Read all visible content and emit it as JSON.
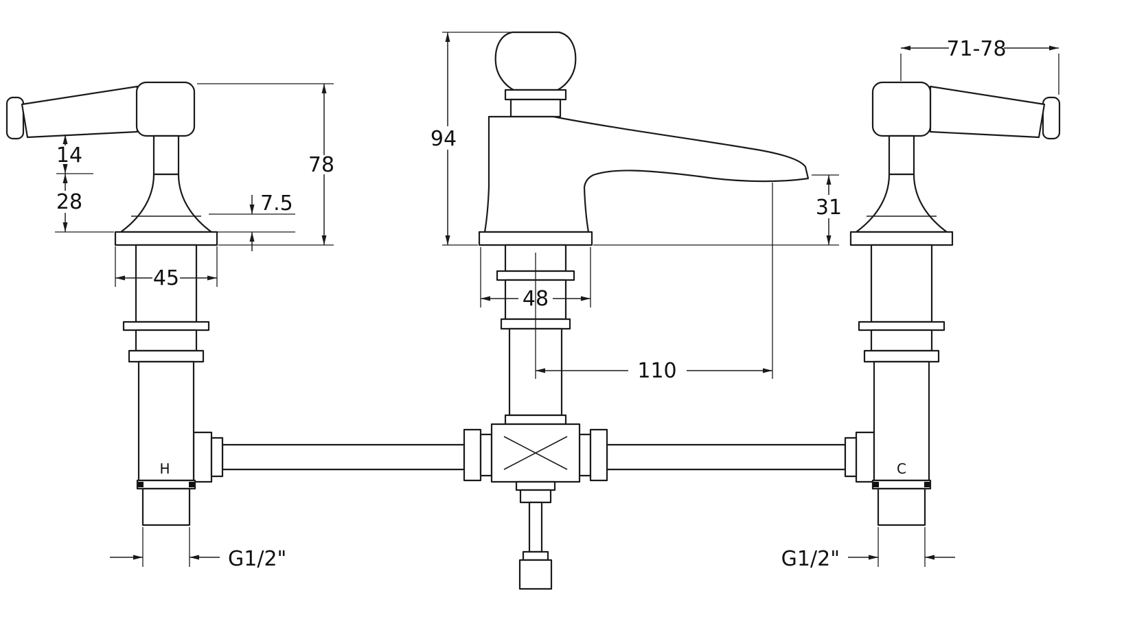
{
  "drawing": {
    "title": "Three-hole basin mixer tap technical drawing",
    "line_color": "#1a1a1a",
    "background": "#ffffff"
  },
  "labels": {
    "hot": "H",
    "cold": "C"
  },
  "dims": {
    "lever_height": "14",
    "bell_height": "28",
    "tap_height": "78",
    "base_lip": "7.5",
    "tap_base_width": "45",
    "spout_total_height": "94",
    "spout_clearance": "31",
    "spout_base_width": "48",
    "spout_reach": "110",
    "handle_span": "71-78",
    "thread_left": "G1/2\"",
    "thread_right": "G1/2\""
  }
}
